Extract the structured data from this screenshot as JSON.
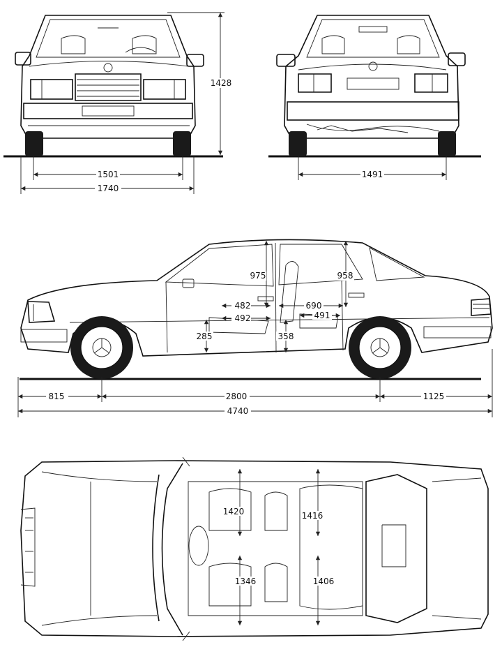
{
  "front_view": {
    "height_label": "1428",
    "track_label": "1501",
    "width_label": "1740"
  },
  "rear_view": {
    "track_label": "1491"
  },
  "side_view": {
    "front_overhang_label": "815",
    "wheelbase_label": "2800",
    "rear_overhang_label": "1125",
    "length_label": "4740",
    "front_headroom_label": "975",
    "rear_headroom_label": "958",
    "front_seat_depth_label": "482",
    "front_seat_leg_label": "492",
    "rear_legroom_label": "690",
    "rear_seat_depth_label": "491",
    "front_seat_height_label": "285",
    "rear_seat_height_label": "358"
  },
  "top_view": {
    "front_shoulder_label": "1420",
    "front_hip_label": "1346",
    "rear_shoulder_label": "1416",
    "rear_hip_label": "1406"
  }
}
